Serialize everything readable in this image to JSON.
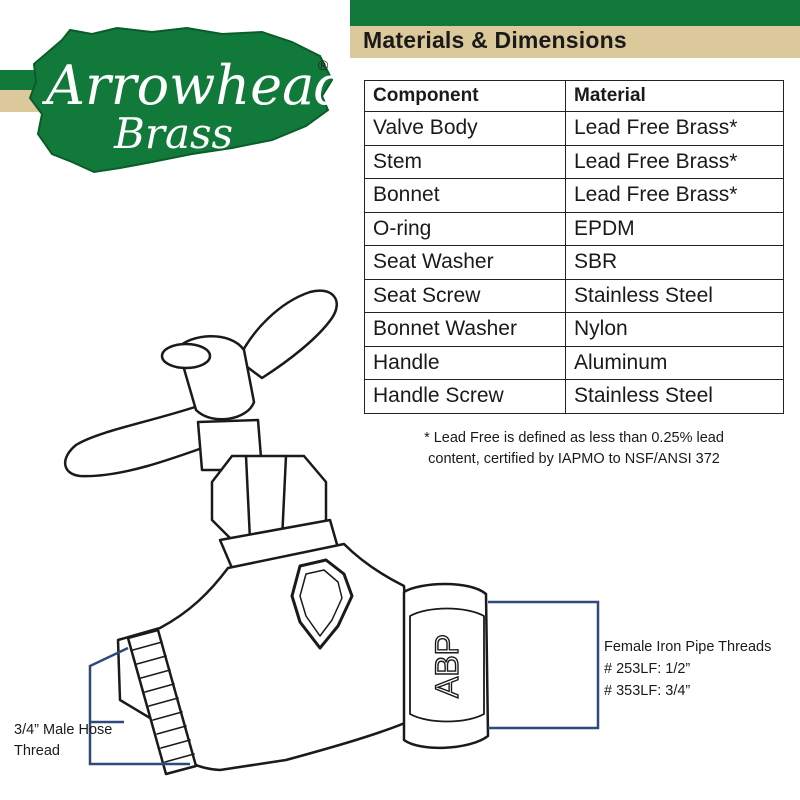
{
  "brand": {
    "name_line1": "Arrowhead",
    "name_line2": "Brass",
    "registered_mark": "®",
    "green": "#117a3a",
    "tan": "#dbc89b"
  },
  "section": {
    "title": "Materials & Dimensions"
  },
  "table": {
    "headers": [
      "Component",
      "Material"
    ],
    "rows": [
      [
        "Valve Body",
        "Lead Free Brass*"
      ],
      [
        "Stem",
        "Lead Free Brass*"
      ],
      [
        "Bonnet",
        "Lead Free Brass*"
      ],
      [
        "O-ring",
        "EPDM"
      ],
      [
        "Seat Washer",
        "SBR"
      ],
      [
        "Seat Screw",
        "Stainless Steel"
      ],
      [
        "Bonnet Washer",
        "Nylon"
      ],
      [
        "Handle",
        "Aluminum"
      ],
      [
        "Handle Screw",
        "Stainless Steel"
      ]
    ]
  },
  "footnote": {
    "line1": "* Lead Free is defined as less than 0.25% lead",
    "line2": "content, certified by IAPMO to NSF/ANSI 372"
  },
  "drawing": {
    "hex_marking": "ABP",
    "label_female": {
      "line1": "Female Iron Pipe Threads",
      "line2": "# 253LF: 1/2”",
      "line3": "# 353LF: 3/4”"
    },
    "label_hose": {
      "line1": "3/4” Male Hose",
      "line2": "Thread"
    },
    "bracket_color": "#2f4a7a"
  }
}
